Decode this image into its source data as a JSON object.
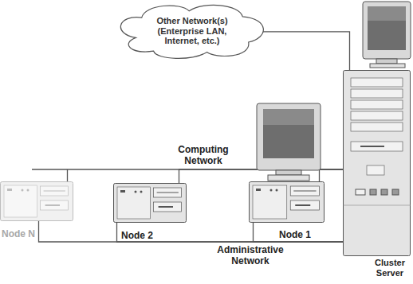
{
  "diagram": {
    "nodes": [
      {
        "text": [
          "Other Network(s) (Enterprise LAN, Internet, etc.)"
        ]
      },
      {
        "text": [
          "Node N"
        ]
      },
      {
        "text": [
          "Node 2"
        ]
      },
      {
        "text": [
          "Node 1"
        ]
      },
      {
        "text": [
          "Cluster Server"
        ]
      }
    ],
    "edges": [
      {
        "from": 0,
        "to": 4,
        "arrow": "none"
      },
      {
        "from": 1,
        "to": 4,
        "arrow": "none"
      },
      {
        "from": 2,
        "to": 4,
        "arrow": "none"
      },
      {
        "from": 3,
        "to": 4,
        "arrow": "none"
      },
      {
        "from": 1,
        "to": 4,
        "arrow": "none"
      },
      {
        "from": 2,
        "to": 4,
        "arrow": "none"
      },
      {
        "from": 3,
        "to": 4,
        "arrow": "none"
      }
    ],
    "labels": [
      "Computing Network",
      "Administrative Network"
    ]
  }
}
